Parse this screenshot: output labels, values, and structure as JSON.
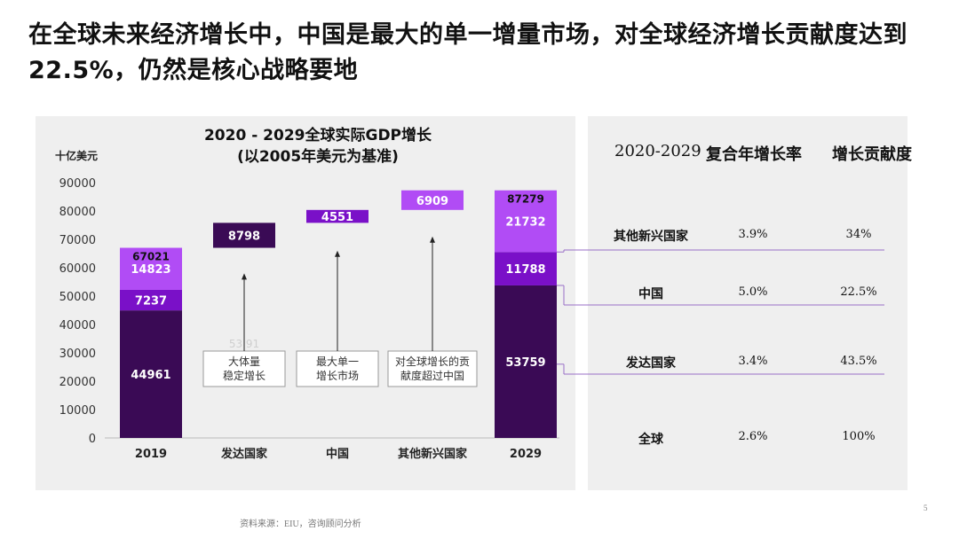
{
  "headline": "在全球未来经济增长中，中国是最大的单一增量市场，对全球经济增长贡献度达到22.5%，仍然是核心战略要地",
  "chart_data": {
    "type": "bar",
    "title_line1": "2020 - 2029全球实际GDP增长",
    "title_line2": "(以2005年美元为基准)",
    "ylabel": "十亿美元",
    "ylim": [
      0,
      90000
    ],
    "yticks": [
      0,
      10000,
      20000,
      30000,
      40000,
      50000,
      60000,
      70000,
      80000,
      90000
    ],
    "categories": [
      "2019",
      "发达国家",
      "中国",
      "其他新兴国家",
      "2029"
    ],
    "stacks": [
      {
        "category": "2019",
        "segments": [
          {
            "group": "发达国家",
            "value": 44961,
            "label": "44961"
          },
          {
            "group": "中国",
            "value": 7237,
            "label": "7237"
          },
          {
            "group": "其他新兴国家",
            "value": 14823,
            "label": "14823"
          }
        ],
        "total": 67021,
        "total_label": "67021"
      },
      {
        "category": "2029",
        "segments": [
          {
            "group": "发达国家",
            "value": 53759,
            "label": "53759"
          },
          {
            "group": "中国",
            "value": 11788,
            "label": "11788"
          },
          {
            "group": "其他新兴国家",
            "value": 21732,
            "label": "21732"
          }
        ],
        "total": 87279,
        "total_label": "87279"
      }
    ],
    "waterfall": [
      {
        "category": "发达国家",
        "start": 67021,
        "value": 8798,
        "label": "8798",
        "color": "#3a0a55",
        "note": "大体量\n稳定增长"
      },
      {
        "category": "中国",
        "start": 75819,
        "value": 4551,
        "label": "4551",
        "color": "#7a10c8",
        "note": "最大单一\n增长市场"
      },
      {
        "category": "其他新兴国家",
        "start": 80370,
        "value": 6909,
        "label": "6909",
        "color": "#b14cf5",
        "note": "对全球增长的贡\n献度超过中国"
      }
    ],
    "colors": {
      "developed": "#3a0a55",
      "china": "#7a10c8",
      "emerging": "#b14cf5"
    },
    "partial_label": "53 91"
  },
  "table": {
    "header_period": "2020-2029",
    "header_cagr": "复合年增长率",
    "header_contrib": "增长贡献度",
    "rows": [
      {
        "name": "其他新兴国家",
        "cagr": "3.9%",
        "contrib": "34%"
      },
      {
        "name": "中国",
        "cagr": "5.0%",
        "contrib": "22.5%"
      },
      {
        "name": "发达国家",
        "cagr": "3.4%",
        "contrib": "43.5%"
      },
      {
        "name": "全球",
        "cagr": "2.6%",
        "contrib": "100%"
      }
    ],
    "line_color": "#9a6fc7"
  },
  "page_number": "5",
  "source": "资料来源：EIU，咨询顾问分析"
}
